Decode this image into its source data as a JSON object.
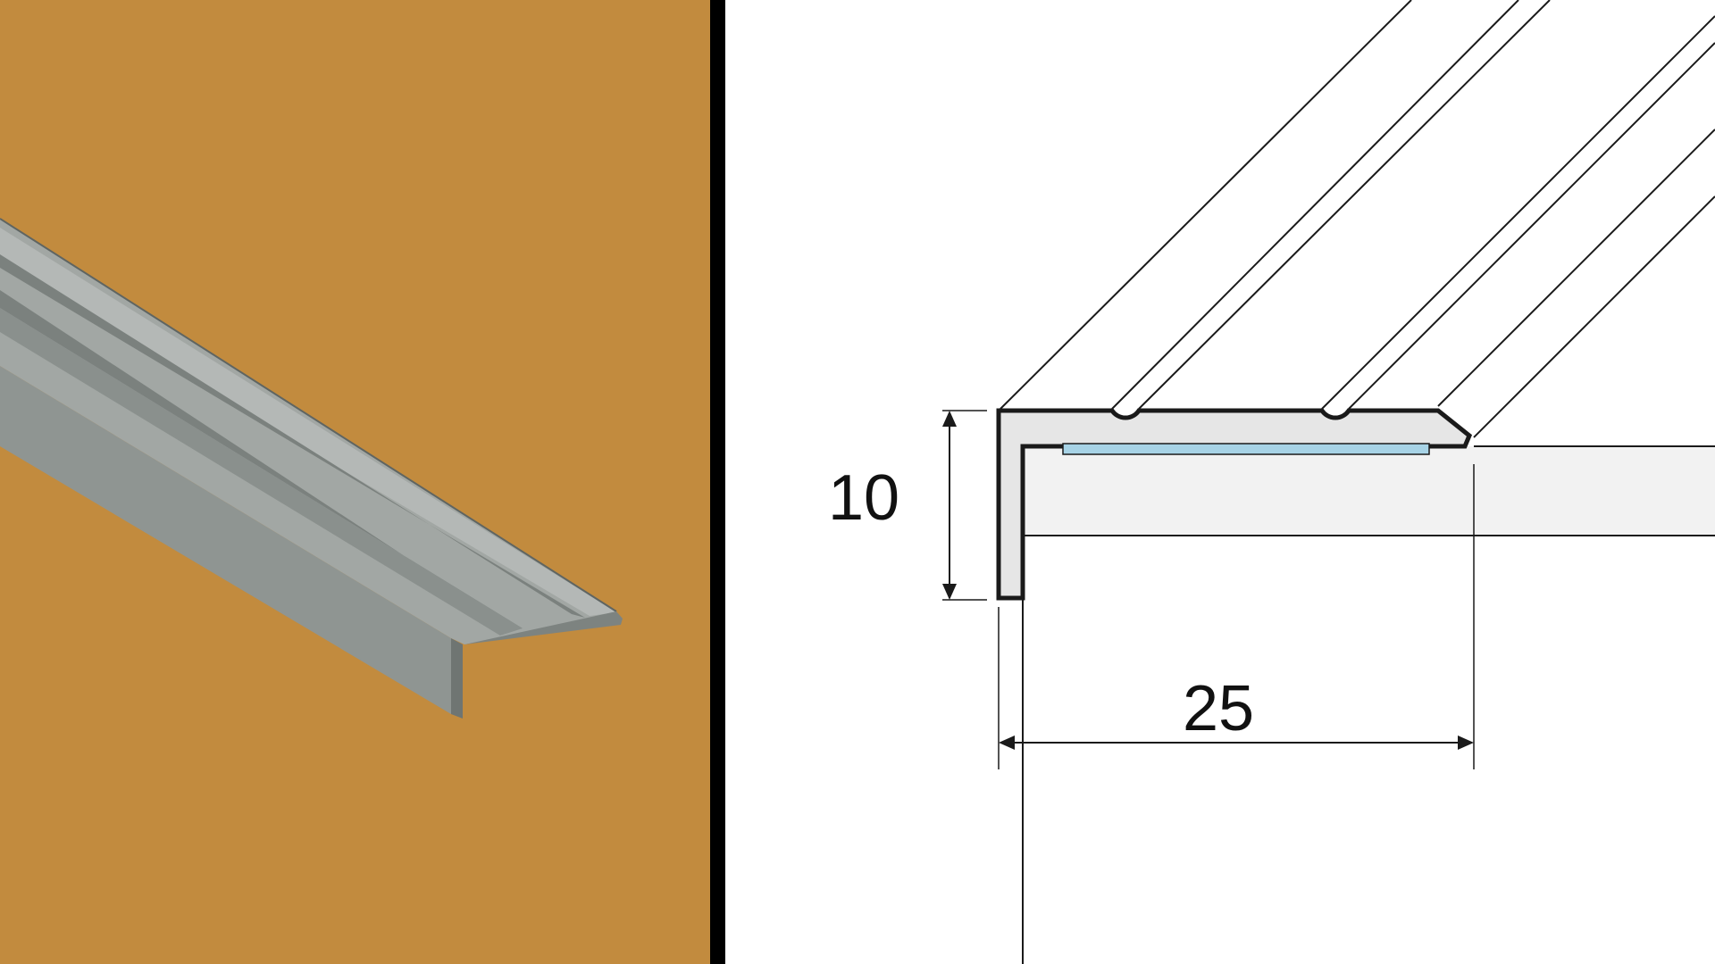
{
  "colors": {
    "left_background": "#c28b3e",
    "divider": "#000000",
    "metal_light": "#a9aeab",
    "metal_mid": "#8d9390",
    "metal_dark": "#6f7572",
    "drawing_line": "#1a1a1a",
    "profile_fill": "#e6e6e6",
    "tape": "#a7d3e6"
  },
  "diagram": {
    "dimension_height": "10",
    "dimension_width": "25"
  },
  "icons": {
    "photo": "aluminium-stair-nosing-photo",
    "drawing": "profile-cross-section-drawing"
  }
}
